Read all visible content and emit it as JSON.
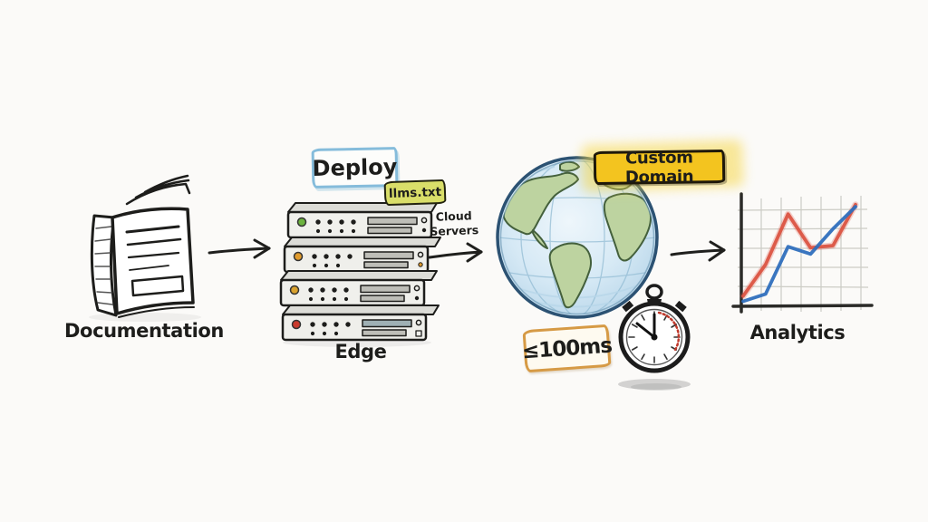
{
  "canvas": {
    "background": "#fbfaf8"
  },
  "palette": {
    "ink": "#1d1d1b",
    "deploy_border": "#85bcdb",
    "llms_bg": "#d9de69",
    "domain_bg": "#f3c41f",
    "domain_highlight": "#f6d74a",
    "latency_border": "#d69a45",
    "ocean": "#cfe4f2",
    "land": "#bdd3a0",
    "chart_red": "#db5442",
    "chart_blue": "#2f6fbd"
  },
  "nodes": {
    "documentation": {
      "label": "Documentation"
    },
    "edge": {
      "label": "Edge",
      "deploy_tag": "Deploy",
      "llms_tag": "llms.txt",
      "cloud_note": [
        "Cloud",
        "Servers"
      ],
      "server_leds": [
        "#6cb33f",
        "#e09b2d",
        "#d9a22e",
        "#c93a2c"
      ]
    },
    "globe": {
      "custom_domain_tag": "Custom Domain",
      "latency_tag": "≤100ms"
    },
    "analytics": {
      "label": "Analytics"
    }
  },
  "chart_data": {
    "type": "line",
    "title": "Analytics",
    "x": [
      0,
      1,
      2,
      3,
      4,
      5
    ],
    "series": [
      {
        "name": "red",
        "color": "#db5442",
        "values": [
          8,
          38,
          86,
          54,
          56,
          95
        ]
      },
      {
        "name": "blue",
        "color": "#2f6fbd",
        "values": [
          3,
          10,
          55,
          48,
          72,
          93
        ]
      }
    ],
    "ylim": [
      0,
      100
    ],
    "grid": true,
    "axes_labeled": false,
    "legend": false
  }
}
